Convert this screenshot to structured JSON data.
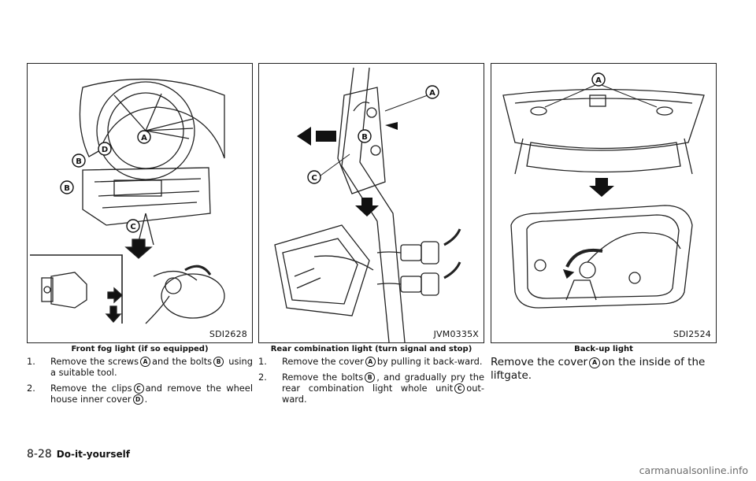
{
  "figures": [
    {
      "code": "SDI2628",
      "caption": "Front fog light (if so equipped)",
      "labels": {
        "a": "A",
        "b": "B",
        "c": "C",
        "d": "D"
      }
    },
    {
      "code": "JVM0335X",
      "caption": "Rear combination light (turn signal and stop)",
      "labels": {
        "a": "A",
        "b": "B",
        "c": "C"
      }
    },
    {
      "code": "SDI2524",
      "caption": "Back-up light",
      "labels": {
        "a": "A"
      }
    }
  ],
  "column1": {
    "steps": [
      {
        "num": "1.",
        "p1": "Remove the screws",
        "m1": "A",
        "p2": "and the bolts",
        "m2": "B",
        "p3": "using a suitable tool."
      },
      {
        "num": "2.",
        "p1": "Remove the clips",
        "m1": "C",
        "p2": "and remove the wheel house inner cover",
        "m2": "D",
        "p3": "."
      }
    ]
  },
  "column2": {
    "steps": [
      {
        "num": "1.",
        "p1": "Remove the cover",
        "m1": "A",
        "p2": "by pulling it back-ward.",
        "m2": "",
        "p3": ""
      },
      {
        "num": "2.",
        "p1": "Remove the bolts",
        "m1": "B",
        "p2": ", and gradually pry the rear combination light whole unit",
        "m2": "C",
        "p3": "out-ward."
      }
    ]
  },
  "column3": {
    "p1": "Remove the cover",
    "m1": "A",
    "p2": "on the inside of the liftgate."
  },
  "footer": {
    "page": "8-28",
    "section": "Do-it-yourself"
  },
  "watermark": "carmanualsonline.info"
}
